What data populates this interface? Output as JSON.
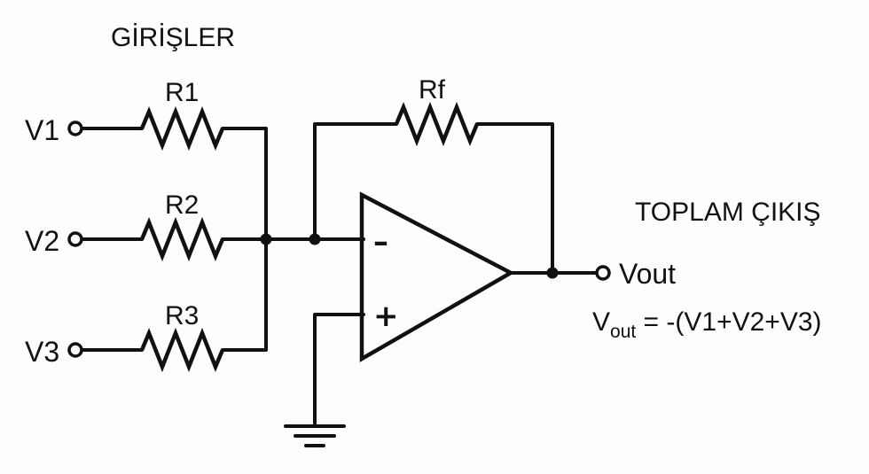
{
  "section_labels": {
    "inputs": "GİRİŞLER",
    "output": "TOPLAM ÇIKIŞ"
  },
  "inputs": [
    {
      "terminal": "V1",
      "resistor": "R1"
    },
    {
      "terminal": "V2",
      "resistor": "R2"
    },
    {
      "terminal": "V3",
      "resistor": "R3"
    }
  ],
  "feedback_resistor": "Rf",
  "opamp": {
    "inverting_sign": "–",
    "noninverting_sign": "+"
  },
  "output": {
    "terminal": "Vout",
    "formula_v": "V",
    "formula_sub": "out",
    "formula_rest": " = -(V1+V2+V3)"
  },
  "ground_symbol": "ground-icon"
}
